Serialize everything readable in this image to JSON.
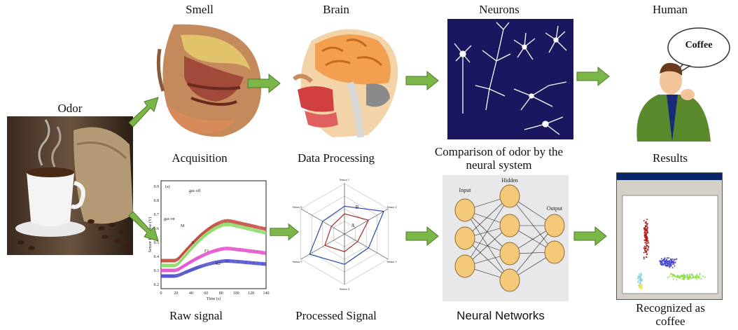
{
  "labels": {
    "smell": "Smell",
    "brain": "Brain",
    "neurons": "Neurons",
    "human": "Human",
    "odor": "Odor",
    "acquisition": "Acquisition",
    "data_processing": "Data Processing",
    "comparison": "Comparison of odor by the neural system",
    "results": "Results",
    "raw_signal": "Raw signal",
    "processed_signal": "Processed Signal",
    "neural_networks": "Neural Networks",
    "recognized": "Recognized as coffee"
  },
  "speech_bubble": "Coffee",
  "raw_chart": {
    "panel_label": "(a)",
    "xlabel": "Time (s)",
    "ylabel": "Sensor Response (V)",
    "x_ticks": [
      "0",
      "20",
      "40",
      "60",
      "80",
      "100",
      "120",
      "140"
    ],
    "y_ticks": [
      "0.9",
      "0.8",
      "0.7",
      "0.6",
      "0.5",
      "0.4",
      "0.3",
      "0.2"
    ],
    "annotations": [
      "gas off",
      "gas on",
      "M",
      "S",
      "F1",
      "R2"
    ]
  },
  "radar": {
    "series_labels": [
      "B",
      "A"
    ],
    "axis_labels": [
      "Sensor 1",
      "Sensor 2",
      "Sensor 3",
      "Sensor 4",
      "Sensor 5",
      "Sensor 6"
    ]
  },
  "network": {
    "input": "Input",
    "hidden": "Hidden",
    "output": "Output"
  },
  "colors": {
    "arrow": "#7ab648",
    "neuron_bg": "#1a1660",
    "node_fill": "#f5c97a"
  }
}
